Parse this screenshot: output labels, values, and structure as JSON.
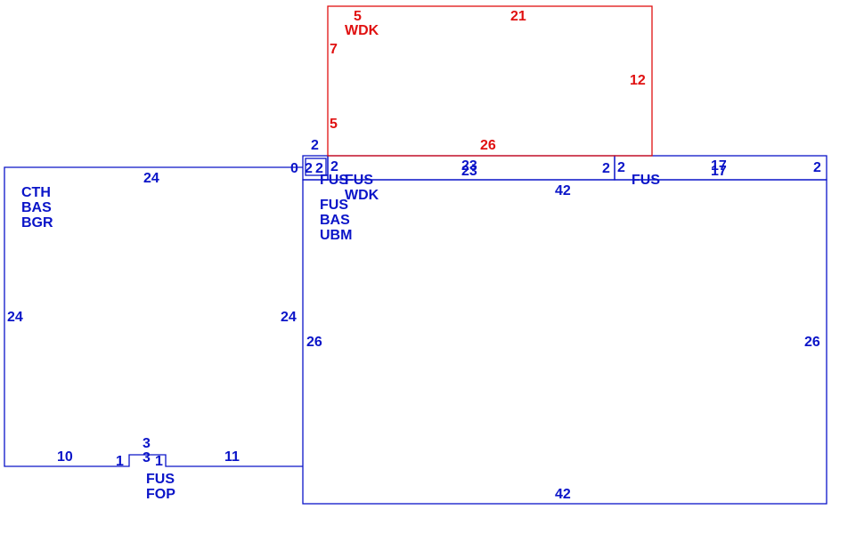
{
  "colors": {
    "blue": "#0a14c8",
    "red": "#e01010"
  },
  "left_area": {
    "codes": [
      "CTH",
      "BAS",
      "BGR"
    ],
    "dims": {
      "top": "24",
      "left": "24",
      "right": "24",
      "bottom_left": "10",
      "bottom_right": "11"
    }
  },
  "bump": {
    "dims": {
      "top_outer": "3",
      "top_inner": "3",
      "left": "1",
      "right": "1"
    },
    "codes": [
      "FUS",
      "FOP"
    ]
  },
  "tiny_rect": {
    "dims": {
      "left": "0",
      "right": "2"
    }
  },
  "small_rect": {
    "dims": {
      "left": "2",
      "top": "2"
    }
  },
  "strip_middle": {
    "dims": {
      "top": "23",
      "bottom": "23",
      "left": "2",
      "right": "2"
    },
    "codes": [
      "FUS",
      "FUS",
      "WDK"
    ]
  },
  "strip_right": {
    "dims": {
      "top": "17",
      "bottom": "17",
      "left": "2",
      "right": "2"
    },
    "codes": [
      "FUS"
    ]
  },
  "main_area": {
    "dims": {
      "top": "42",
      "bottom": "42",
      "left": "26",
      "right": "26"
    },
    "codes": [
      "FUS",
      "BAS",
      "UBM"
    ]
  },
  "red_area": {
    "dims": {
      "top_left": "5",
      "top": "21",
      "left_upper": "7",
      "left_lower": "5",
      "right": "12",
      "bottom": "26"
    },
    "codes": [
      "WDK"
    ]
  }
}
